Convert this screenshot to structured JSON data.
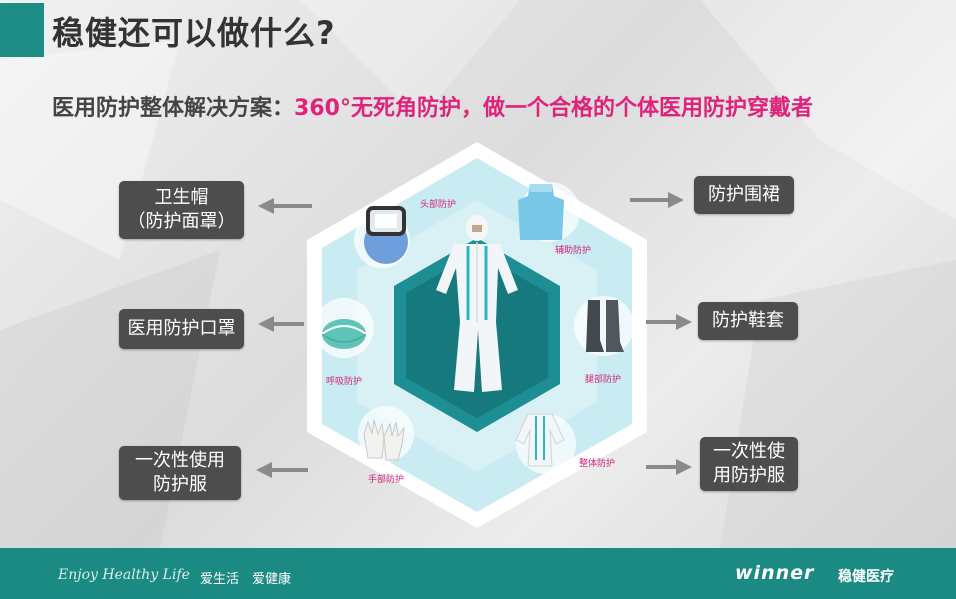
{
  "header": {
    "title": "稳健还可以做什么?",
    "subtitle_a": "医用防护整体解决方案：",
    "subtitle_b": "360°无死角防护，做一个合格的个体医用防护穿戴者"
  },
  "callouts": {
    "cap": "卫生帽\n（防护面罩）",
    "mask": "医用防护口罩",
    "gown": "一次性使用\n防护服",
    "apron": "防护围裙",
    "shoe_cover": "防护鞋套",
    "coverall": "一次性使\n用防护服"
  },
  "diagram_labels": {
    "head": "头部防护",
    "aux": "辅助防护",
    "breath": "呼吸防护",
    "leg": "腿部防护",
    "hand": "手部防护",
    "body": "整体防护"
  },
  "footer": {
    "slogan": "Enjoy Healthy Life",
    "tag1": "爱生活",
    "tag2": "爱健康",
    "brand": "winner",
    "brand_cn": "稳健医疗"
  },
  "colors": {
    "teal": "#1d8d86",
    "accent": "#e0237a",
    "box": "#4d4d4d"
  }
}
